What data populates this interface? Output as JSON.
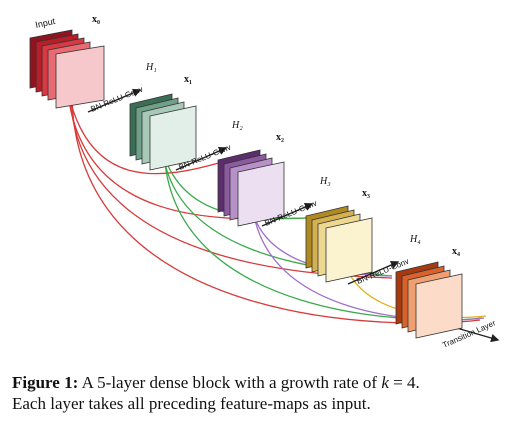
{
  "labels": {
    "input": "Input",
    "x0": "x₀",
    "x1": "x₁",
    "x2": "x₂",
    "x3": "x₃",
    "x4": "x₄",
    "H1": "H₁",
    "H2": "H₂",
    "H3": "H₃",
    "H4": "H₄",
    "op": "BN-ReLU-Conv",
    "transition": "Transition Layer"
  },
  "caption": {
    "prefix": "Figure 1:",
    "text_before_k": "A 5-layer dense block with a growth rate of",
    "k": "k",
    "eq": "= 4.",
    "line2": "Each layer takes all preceding feature-maps as input."
  },
  "colors": {
    "block0": "#c42a35",
    "block1": "#4f8a6b",
    "block2": "#7e4a8c",
    "block3": "#c9a23c",
    "block4": "#d0602a",
    "conn_red": "#d83a3a",
    "conn_green": "#3aaa4a",
    "conn_purple": "#a070c8",
    "conn_yellow": "#e0b020"
  }
}
